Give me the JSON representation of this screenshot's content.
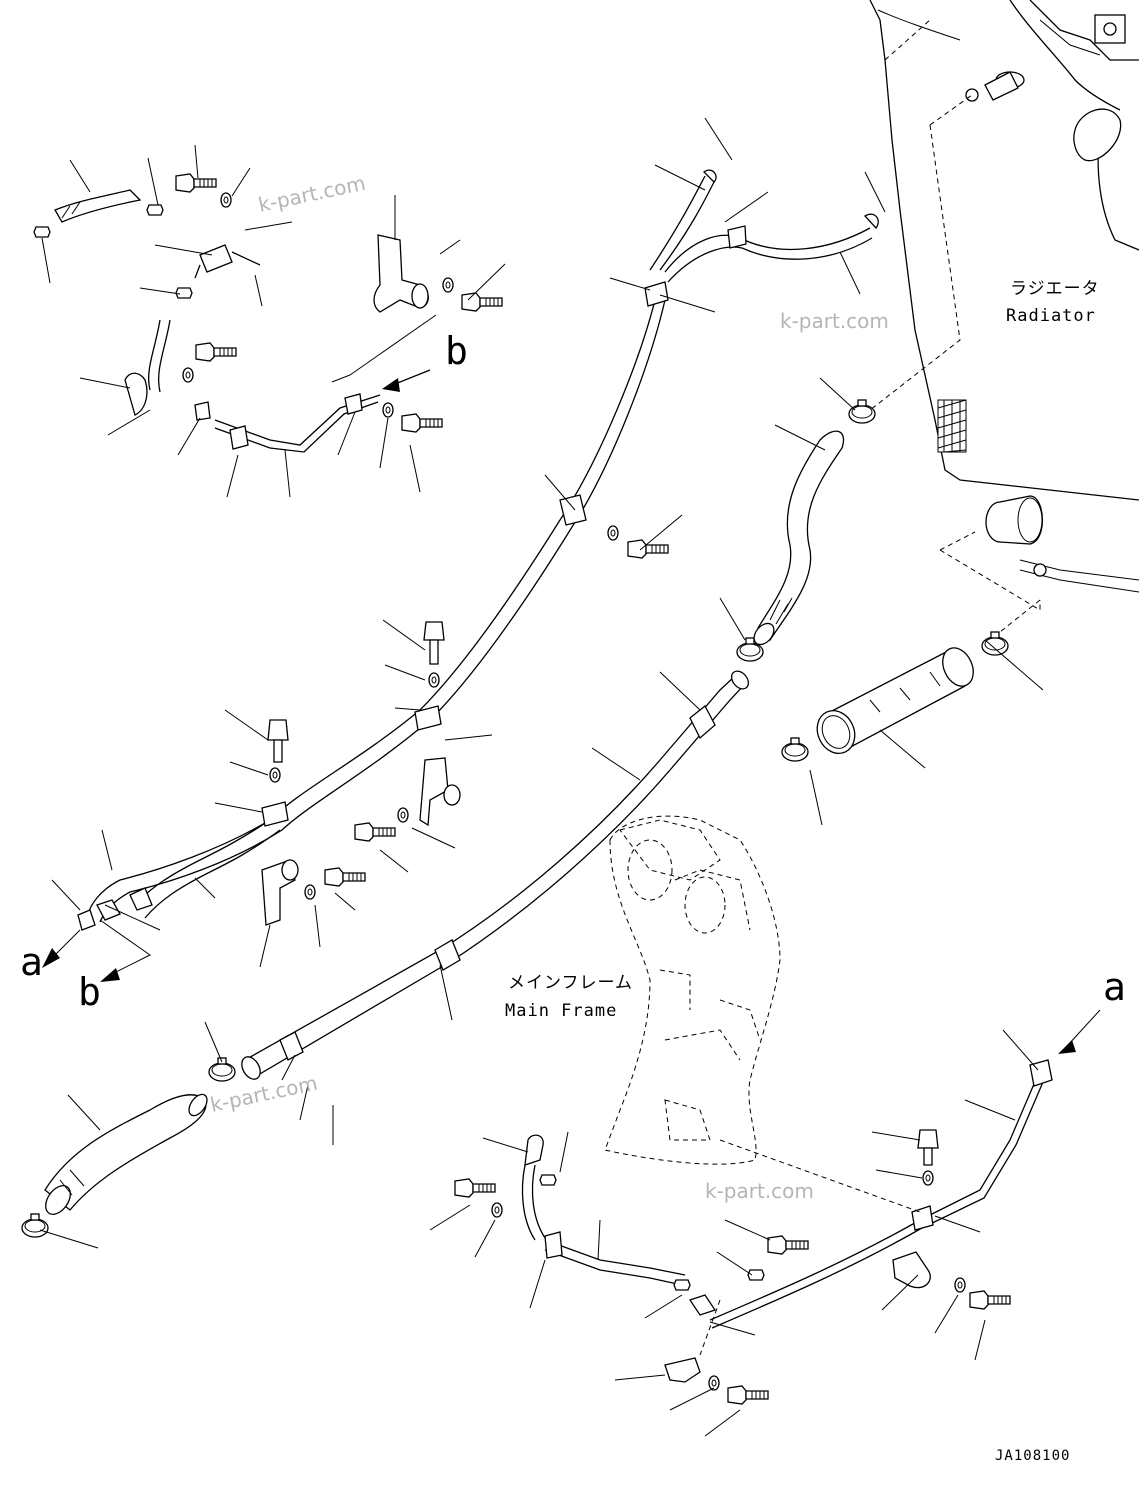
{
  "labels": {
    "radiator_ja": "ラジエータ",
    "radiator_en": "Radiator",
    "main_frame_ja": "メインフレーム",
    "main_frame_en": "Main Frame",
    "ref_a_left": "a",
    "ref_b_left": "b",
    "ref_b_top": "b",
    "ref_a_right": "a",
    "drawing_number": "JA108100"
  },
  "watermarks": [
    "k-part.com",
    "k-part.com",
    "k-part.com",
    "k-part.com"
  ]
}
